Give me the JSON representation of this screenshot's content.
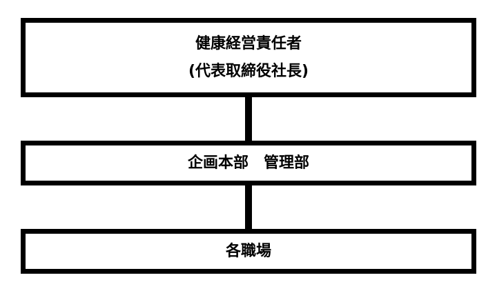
{
  "top_box": {
    "title": "健康経営責任者",
    "subtitle": "(代表取締役社長)"
  },
  "middle_box": {
    "label": "企画本部　管理部"
  },
  "bottom_box": {
    "label": "各職場"
  }
}
